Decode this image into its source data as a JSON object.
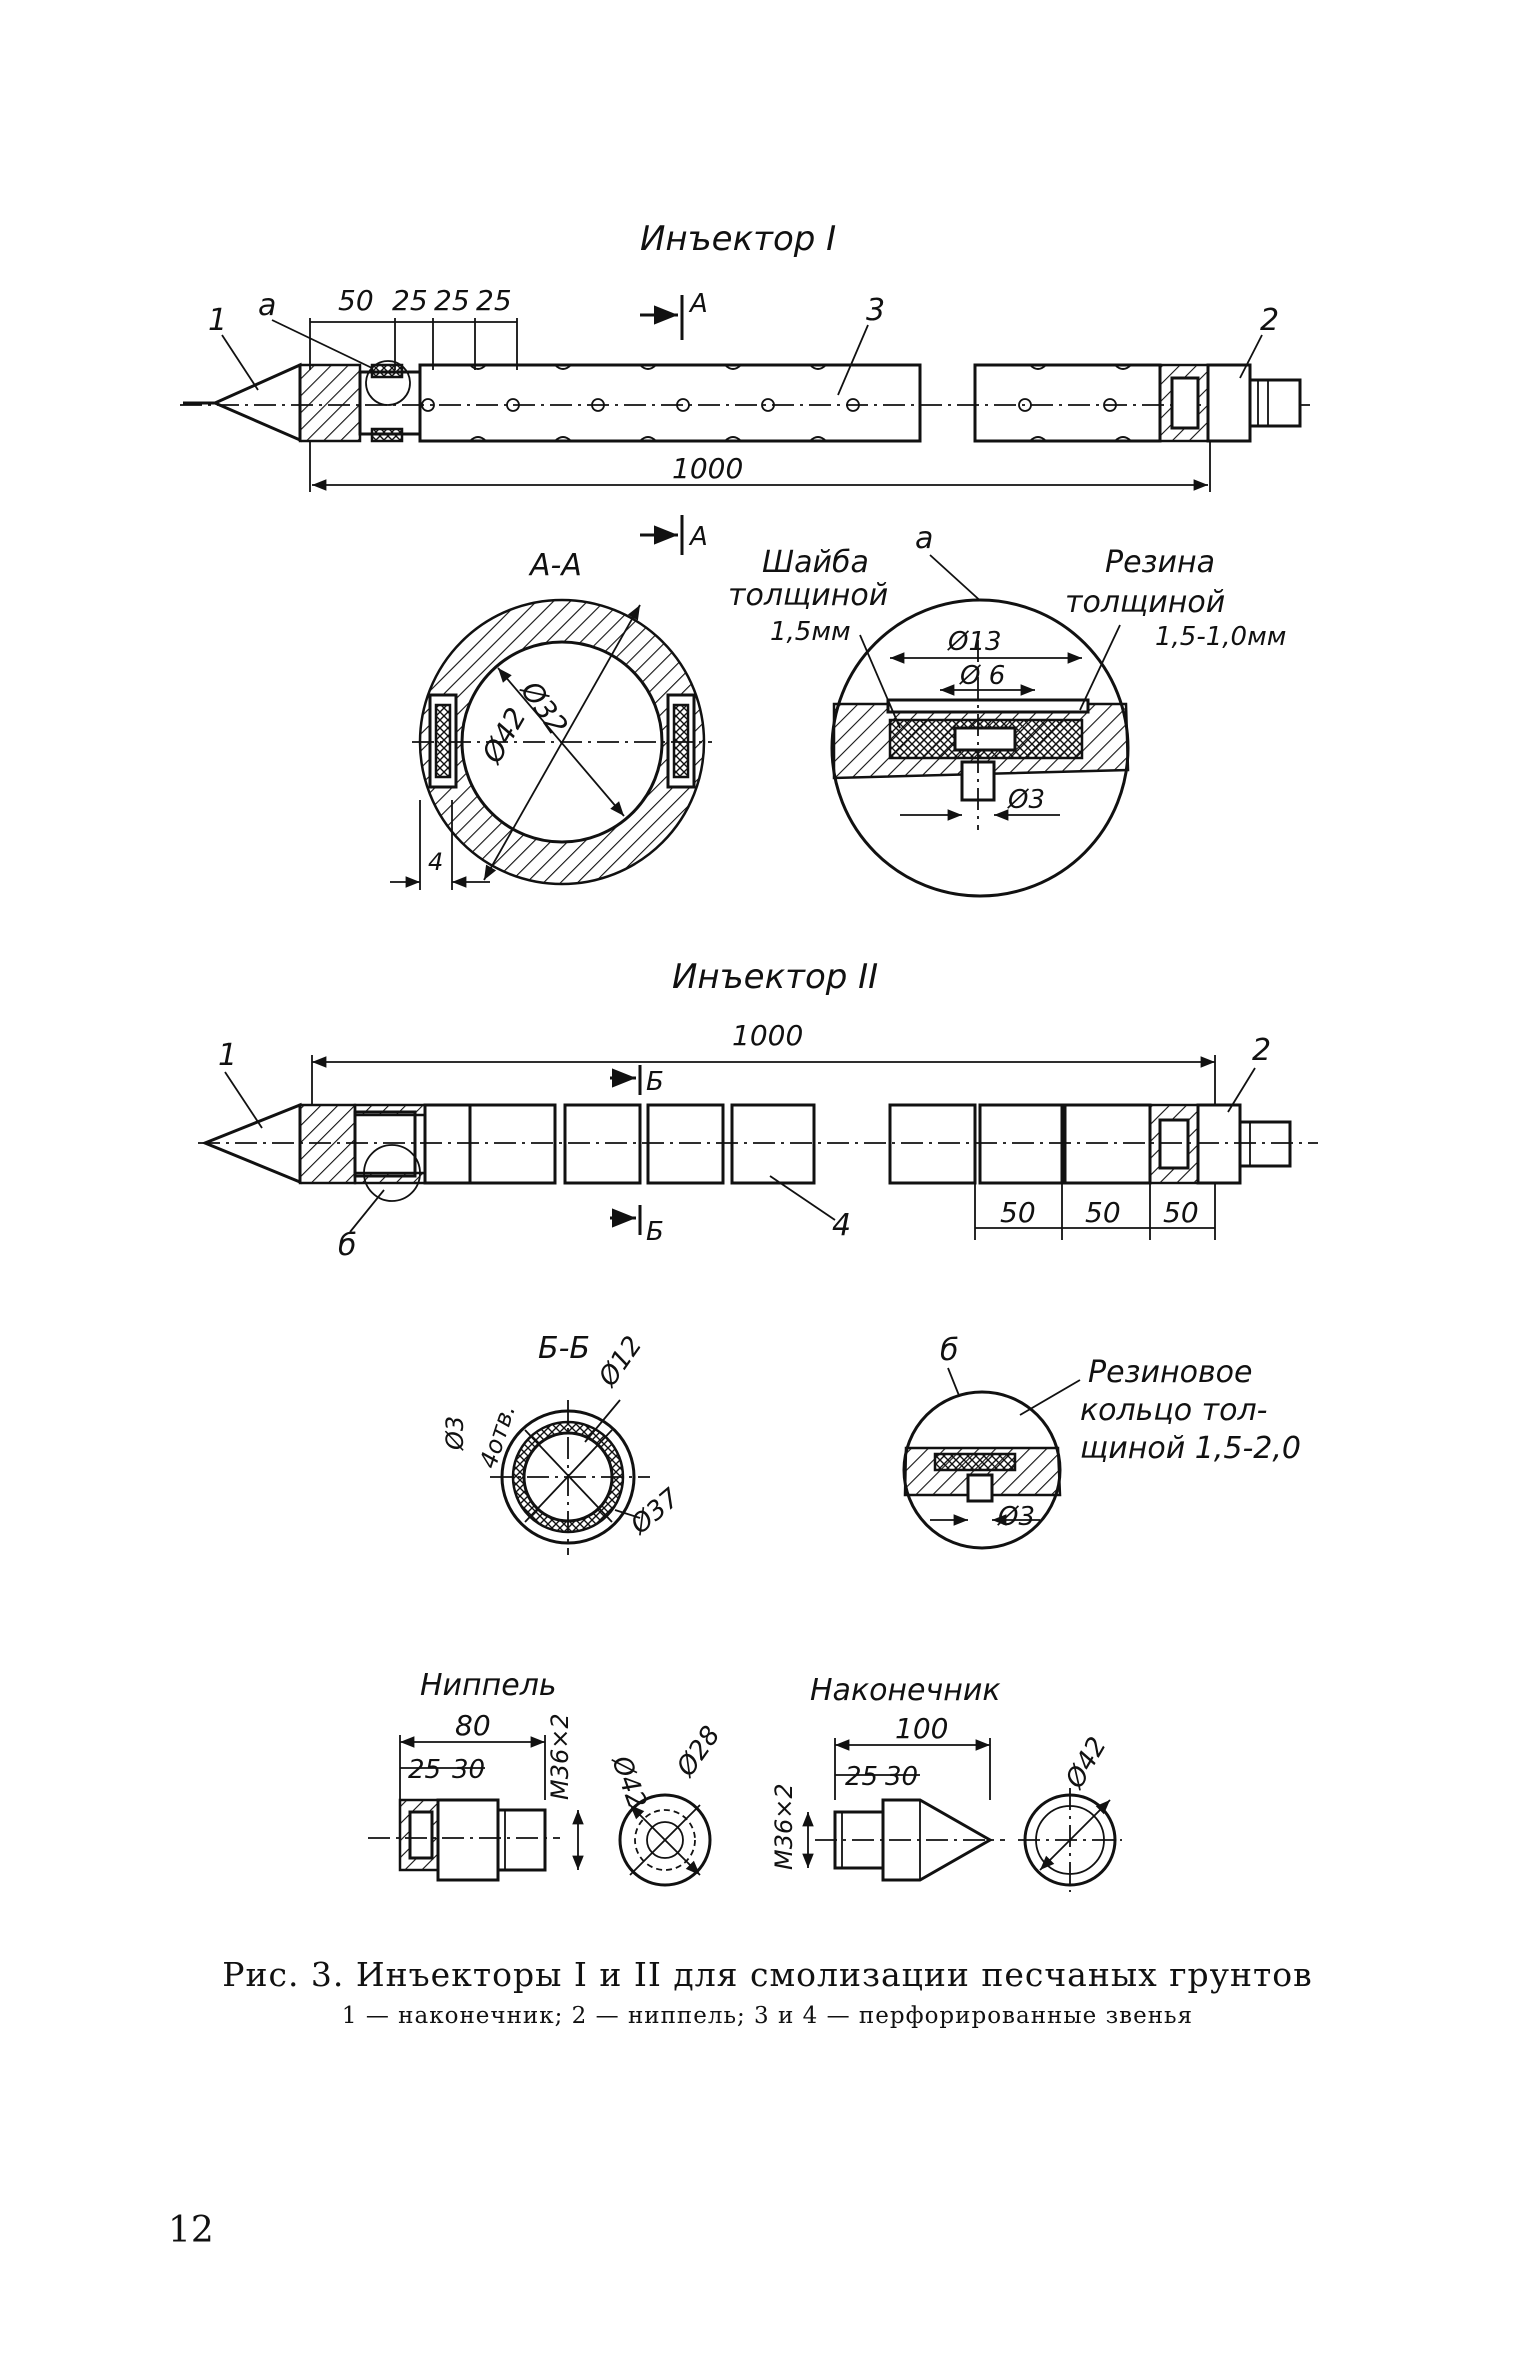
{
  "injector1": {
    "title": "Инъектор I",
    "num_tip": "1",
    "num_nipple": "2",
    "num_link": "3",
    "detail_mark": "а",
    "dims": [
      "50",
      "25",
      "25",
      "25"
    ],
    "length": "1000",
    "section_mark": "A"
  },
  "section_aa": {
    "title": "А-А",
    "d_inner": "Ø32",
    "d_outer": "Ø42",
    "wall": "4"
  },
  "detail_a": {
    "mark": "а",
    "washer_label": [
      "Шайба",
      "толщиной",
      "1,5мм"
    ],
    "rubber_label": [
      "Резина",
      "толщиной",
      "1,5-1,0мм"
    ],
    "d13": "Ø13",
    "d6": "Ø 6",
    "d3": "Ø3"
  },
  "injector2": {
    "title": "Инъектор II",
    "length": "1000",
    "num_tip": "1",
    "num_nipple": "2",
    "num_link": "4",
    "detail_mark": "б",
    "section_mark": "Б",
    "dims": [
      "50",
      "50",
      "50"
    ]
  },
  "section_bb": {
    "title": "Б-Б",
    "holes": "4отв.",
    "d3": "Ø3",
    "d12": "Ø12",
    "d37": "Ø37"
  },
  "detail_b": {
    "mark": "б",
    "ring_label": [
      "Резиновое",
      "кольцо тол-",
      "щиной 1,5-2,0"
    ],
    "d3": "Ø3"
  },
  "nipple": {
    "title": "Ниппель",
    "total": "80",
    "d1": "25",
    "d2": "30",
    "thread": "М36×2",
    "d42": "Ø42",
    "d28": "Ø28"
  },
  "tip": {
    "title": "Наконечник",
    "total": "100",
    "d1": "25",
    "d2": "30",
    "thread": "М36×2",
    "d42": "Ø42"
  },
  "caption": {
    "main": "Рис. 3. Инъекторы I и II для смолизации песчаных грунтов",
    "legend": "1 — наконечник; 2 — ниппель; 3 и 4 — перфорированные звенья"
  },
  "page_number": "12"
}
